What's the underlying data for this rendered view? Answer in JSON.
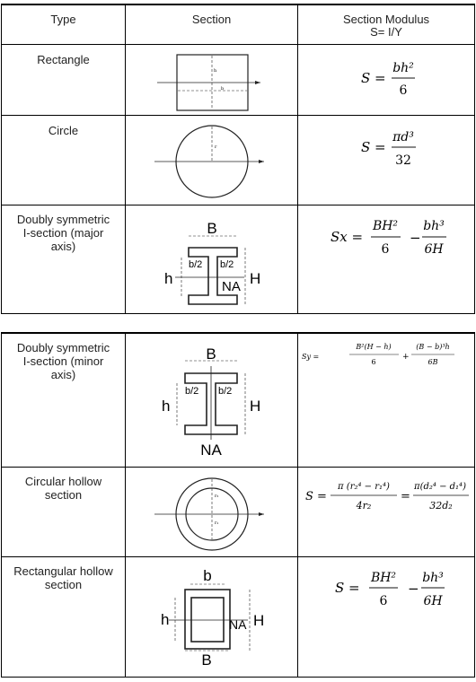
{
  "table1": {
    "headers": {
      "type": "Type",
      "section": "Section",
      "modulus_line1": "Section Modulus",
      "modulus_line2": "S= I/Y"
    },
    "rows": [
      {
        "type_lines": [
          "Rectangle"
        ],
        "diagram_labels": {
          "h": "h",
          "b": "b"
        },
        "formula": {
          "lhs": "S =",
          "num": "bh²",
          "den": "6"
        }
      },
      {
        "type_lines": [
          "Circle"
        ],
        "diagram_labels": {
          "r": "r"
        },
        "formula": {
          "lhs": "S =",
          "num": "πd³",
          "den": "32"
        }
      },
      {
        "type_lines": [
          "Doubly symmetric",
          "I-section (major",
          "axis)"
        ],
        "diagram_labels": {
          "B": "B",
          "b2a": "b/2",
          "b2b": "b/2",
          "h": "h",
          "H": "H",
          "NA": "NA"
        },
        "formula": {
          "lhs": "Sx =",
          "num1": "BH²",
          "den1": "6",
          "op": "−",
          "num2": "bh³",
          "den2": "6H"
        }
      }
    ]
  },
  "table2": {
    "rows": [
      {
        "type_lines": [
          "Doubly symmetric",
          "I-section (minor",
          "axis)"
        ],
        "diagram_labels": {
          "B": "B",
          "b2a": "b/2",
          "b2b": "b/2",
          "h": "h",
          "H": "H",
          "NA": "NA"
        },
        "formula": {
          "lhs": "Sy =",
          "num1": "B²(H − h)",
          "den1": "6",
          "op": "+",
          "num2": "(B − b)³h",
          "den2": "6B"
        }
      },
      {
        "type_lines": [
          "Circular hollow",
          "section"
        ],
        "diagram_labels": {
          "r2": "r₂",
          "r1": "r₁"
        },
        "formula": {
          "lhs": "S =",
          "num1": "π (r₂⁴ − r₁⁴)",
          "den1": "4r₂",
          "op": "=",
          "num2": "π(d₂⁴ − d₁⁴)",
          "den2": "32d₂"
        }
      },
      {
        "type_lines": [
          "Rectangular hollow",
          "section"
        ],
        "diagram_labels": {
          "b": "b",
          "B": "B",
          "h": "h",
          "H": "H",
          "NA": "NA"
        },
        "formula": {
          "lhs": "S =",
          "num1": "BH²",
          "den1": "6",
          "op": "−",
          "num2": "bh³",
          "den2": "6H"
        }
      }
    ]
  }
}
